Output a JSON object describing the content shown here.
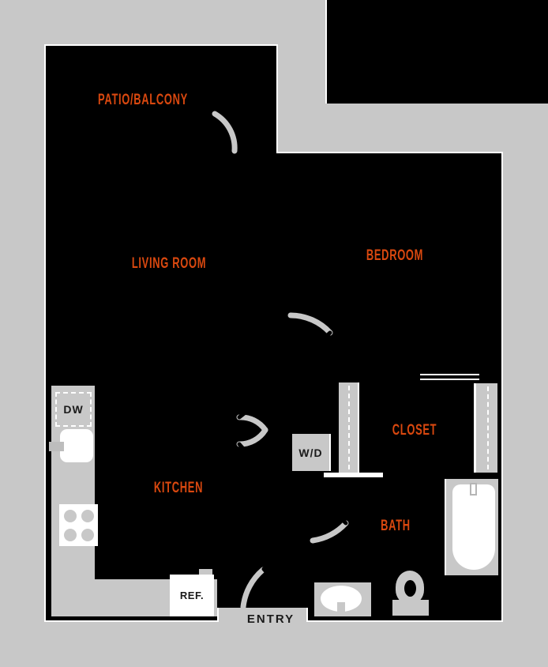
{
  "meta": {
    "title": "One-bedroom apartment floor plan",
    "colors": {
      "background": "#c8c8c8",
      "unit_fill": "#000000",
      "walls": "#ffffff",
      "room_label": "#d9480f",
      "fixture_label": "#1a1a1a"
    }
  },
  "rooms": {
    "patio": {
      "label": "PATIO/BALCONY"
    },
    "living": {
      "label": "LIVING ROOM"
    },
    "bedroom": {
      "label": "BEDROOM"
    },
    "kitchen": {
      "label": "KITCHEN"
    },
    "closet": {
      "label": "CLOSET"
    },
    "bath": {
      "label": "BATH"
    }
  },
  "fixtures": {
    "dishwasher": {
      "label": "DW"
    },
    "washer_dryer": {
      "label": "W/D"
    },
    "refrigerator": {
      "label": "REF."
    },
    "entry": {
      "label": "ENTRY"
    }
  }
}
